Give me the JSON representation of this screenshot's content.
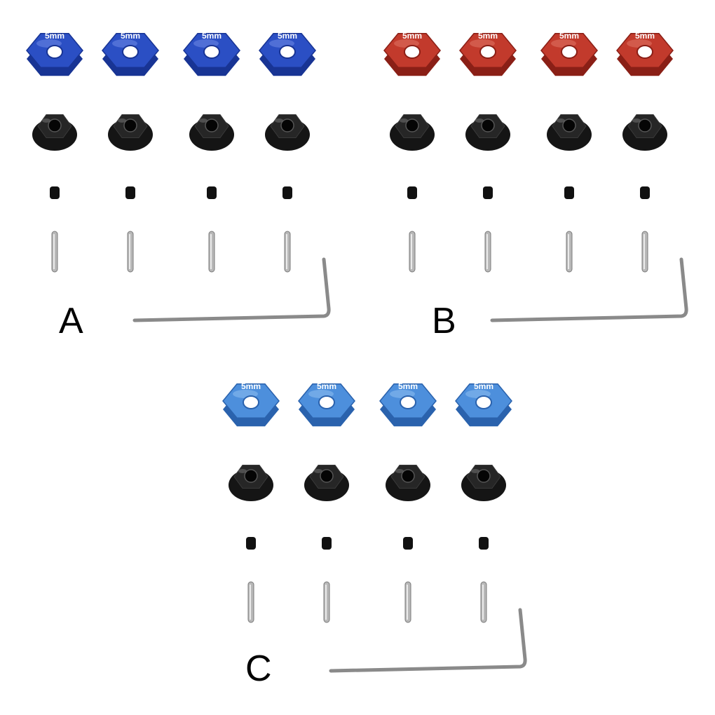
{
  "kits": [
    {
      "id": "A",
      "label": "A",
      "hub_color": "#2b4fc4",
      "hub_dark": "#183494",
      "hub_light": "#6f8be6",
      "hub_marking": "5mm"
    },
    {
      "id": "B",
      "label": "B",
      "hub_color": "#c23a2c",
      "hub_dark": "#8a1f16",
      "hub_light": "#e07466",
      "hub_marking": "5mm"
    },
    {
      "id": "C",
      "label": "C",
      "hub_color": "#4d8fdc",
      "hub_dark": "#2a62ad",
      "hub_light": "#8fbff0",
      "hub_marking": "5mm"
    }
  ],
  "parts_per_kit": {
    "hex_hubs": 4,
    "lock_nuts": 4,
    "set_screws": 4,
    "pins": 4,
    "hex_wrench": 1
  },
  "part_colors": {
    "nut": "#151515",
    "screw": "#111111",
    "pin": "#b8b8b8",
    "wrench": "#8a8a8a"
  }
}
